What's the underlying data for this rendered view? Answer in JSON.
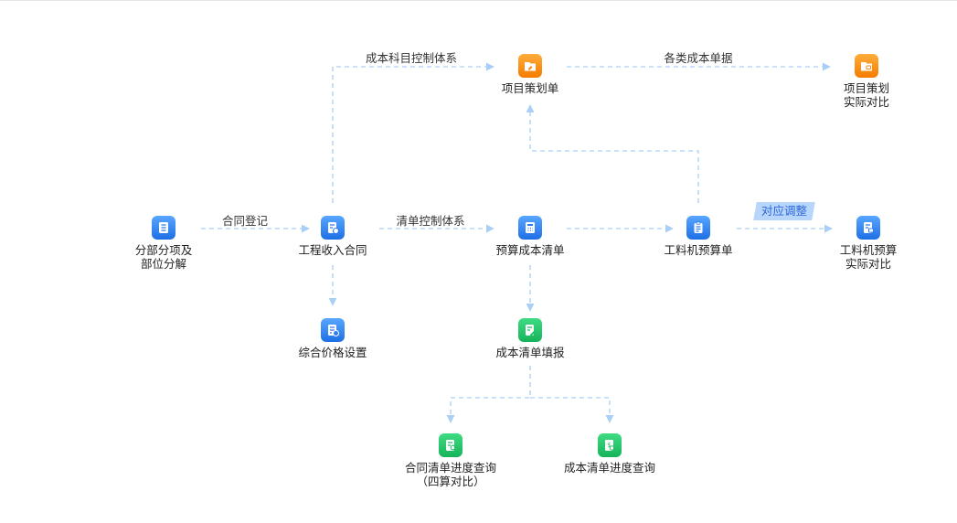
{
  "nodes": {
    "fenbu": {
      "label": "分部分项及\n部位分解",
      "color": "blue",
      "icon": "list-doc-icon"
    },
    "gongcheng": {
      "label": "工程收入合同",
      "color": "blue",
      "icon": "contract-icon"
    },
    "zonghe": {
      "label": "综合价格设置",
      "color": "blue",
      "icon": "price-setting-icon"
    },
    "xiangmu": {
      "label": "项目策划单",
      "color": "orange",
      "icon": "plan-folder-icon"
    },
    "xiangmu_dui": {
      "label": "项目策划\n实际对比",
      "color": "orange",
      "icon": "compare-folder-icon"
    },
    "yusuan": {
      "label": "预算成本清单",
      "color": "blue",
      "icon": "calculator-icon"
    },
    "gongliaoji": {
      "label": "工料机预算单",
      "color": "blue",
      "icon": "budget-doc-icon"
    },
    "gongliaoji_dui": {
      "label": "工料机预算\n实际对比",
      "color": "blue",
      "icon": "compare-doc-icon"
    },
    "tianbao": {
      "label": "成本清单填报",
      "color": "green",
      "icon": "fill-report-icon"
    },
    "hetong_jindu": {
      "label": "合同清单进度查询\n（四算对比）",
      "color": "green",
      "icon": "contract-search-icon"
    },
    "chengben_jindu": {
      "label": "成本清单进度查询",
      "color": "green",
      "icon": "cost-search-icon"
    }
  },
  "edges": {
    "hetong_dengji": "合同登记",
    "kemu_tixi": "成本科目控制体系",
    "gelei_danju": "各类成本单据",
    "qingdan_tixi": "清单控制体系",
    "duiying_tiaozheng": "对应调整"
  },
  "colors": {
    "line": "#a9cff7",
    "blue": "#2b7cf0",
    "orange": "#f68a12",
    "green": "#1fbf66",
    "tag_bg": "#b8d5fb"
  }
}
